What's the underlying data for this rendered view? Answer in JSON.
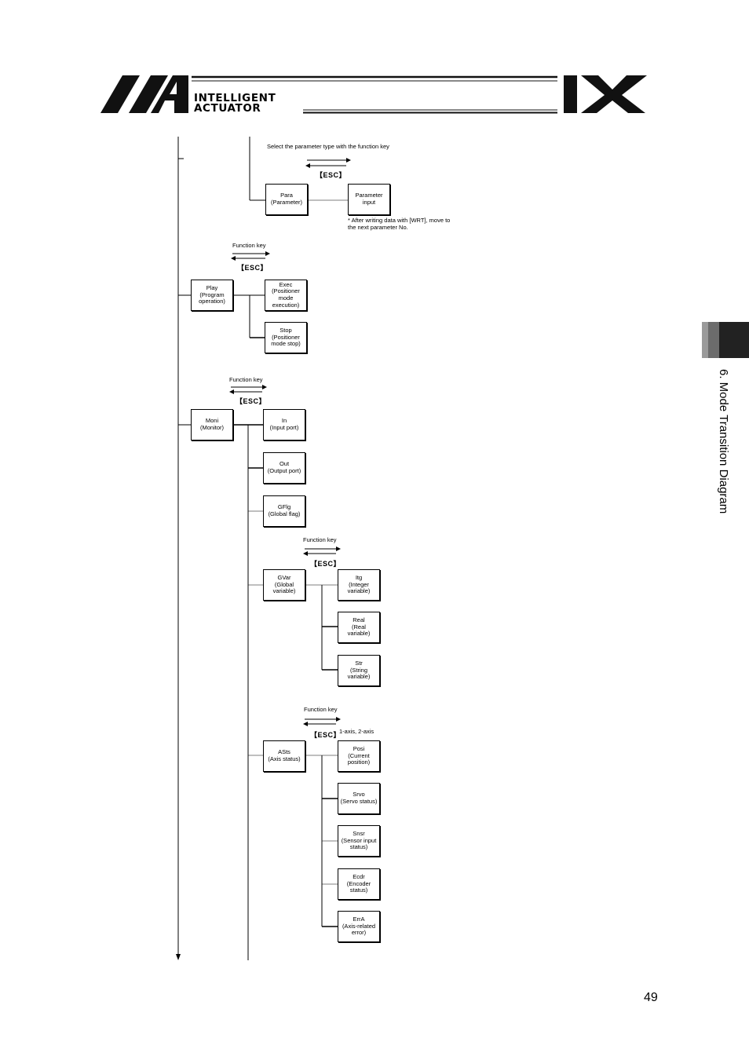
{
  "header": {
    "logo_line1": "INTELLIGENT",
    "logo_line2": "ACTUATOR",
    "product_mark": "IX"
  },
  "side_tab": {
    "title": "6. Mode Transition Diagram"
  },
  "page_number": "49",
  "diagram": {
    "esc_label": "【ESC】",
    "function_key_label": "Function key",
    "para_section": {
      "instruction": "Select the parameter type with the function key",
      "para_box": "Para\n(Parameter)",
      "param_input_box": "Parameter\ninput",
      "footnote": "*   After writing data with [WRT], move to\n    the next parameter No."
    },
    "play_section": {
      "play_box": "Play\n(Program\noperation)",
      "exec_box": "Exec\n(Positioner\nmode\nexecution)",
      "stop_box": "Stop\n(Positioner\nmode stop)"
    },
    "moni_section": {
      "moni_box": "Moni\n(Monitor)",
      "in_box": "In\n(Input port)",
      "out_box": "Out\n(Output port)",
      "gflg_box": "GFlg\n(Global flag)",
      "gvar_box": "GVar\n(Global\nvariable)",
      "itg_box": "Itg\n(Integer\nvariable)",
      "real_box": "Real\n(Real\nvariable)",
      "str_box": "Str\n(String\nvariable)",
      "asts_box": "ASts\n(Axis status)",
      "axis_note": "1-axis, 2-axis",
      "posi_box": "Posi\n(Current\nposition)",
      "srvo_box": "Srvo\n(Servo status)",
      "snsr_box": "Snsr\n(Sensor input\nstatus)",
      "ecdr_box": "Ecdr\n(Encoder\nstatus)",
      "erra_box": "ErrA\n(Axis-related\nerror)"
    }
  }
}
